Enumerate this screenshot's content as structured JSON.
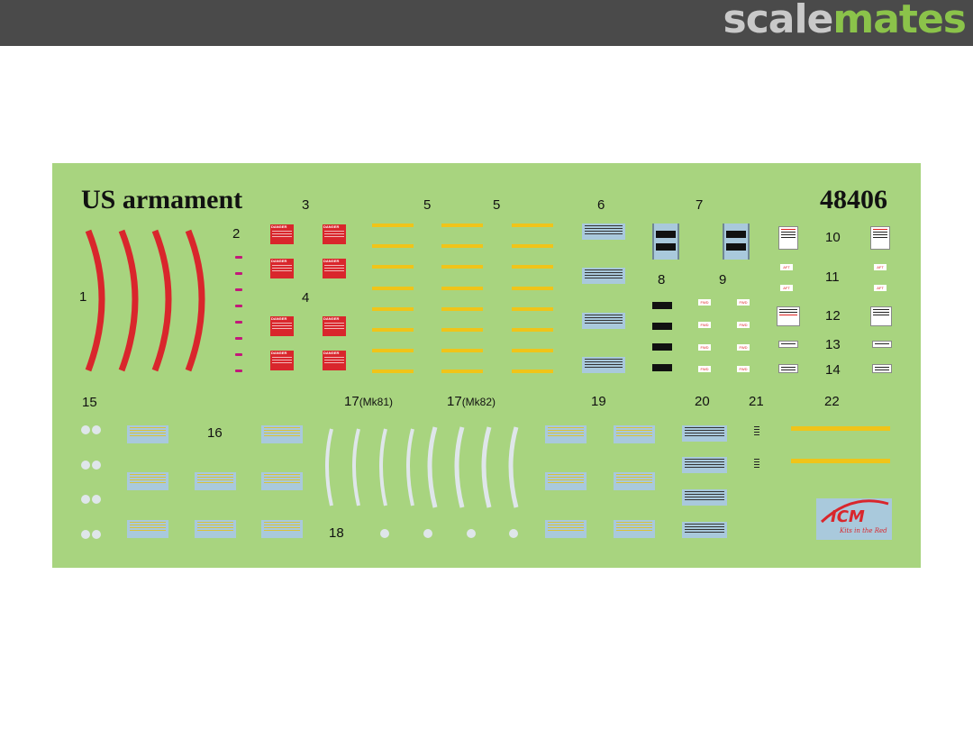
{
  "watermark": {
    "brand_part1": "scale",
    "brand_part2": "mates"
  },
  "sheet": {
    "title": "US armament",
    "code": "48406",
    "labels": {
      "n1": "1",
      "n2": "2",
      "n3": "3",
      "n4": "4",
      "n5a": "5",
      "n5b": "5",
      "n6": "6",
      "n7": "7",
      "n8": "8",
      "n9": "9",
      "n10": "10",
      "n11": "11",
      "n12": "12",
      "n13": "13",
      "n14": "14",
      "n15": "15",
      "n16": "16",
      "n17a": "17",
      "n17a_sub": "(Mk81)",
      "n17b": "17",
      "n17b_sub": "(Mk82)",
      "n18": "18",
      "n19": "19",
      "n20": "20",
      "n21": "21",
      "n22": "22"
    },
    "danger_text": "DANGER",
    "tag_text": "FWD",
    "tag_text_aft": "AFT",
    "logo": {
      "mark": "ICM",
      "tagline": "Kits in the Red"
    }
  },
  "colors": {
    "sheet": "#a8d47f",
    "red": "#d9262c",
    "yellow": "#f0c419",
    "placard": "#a9c9dc"
  }
}
